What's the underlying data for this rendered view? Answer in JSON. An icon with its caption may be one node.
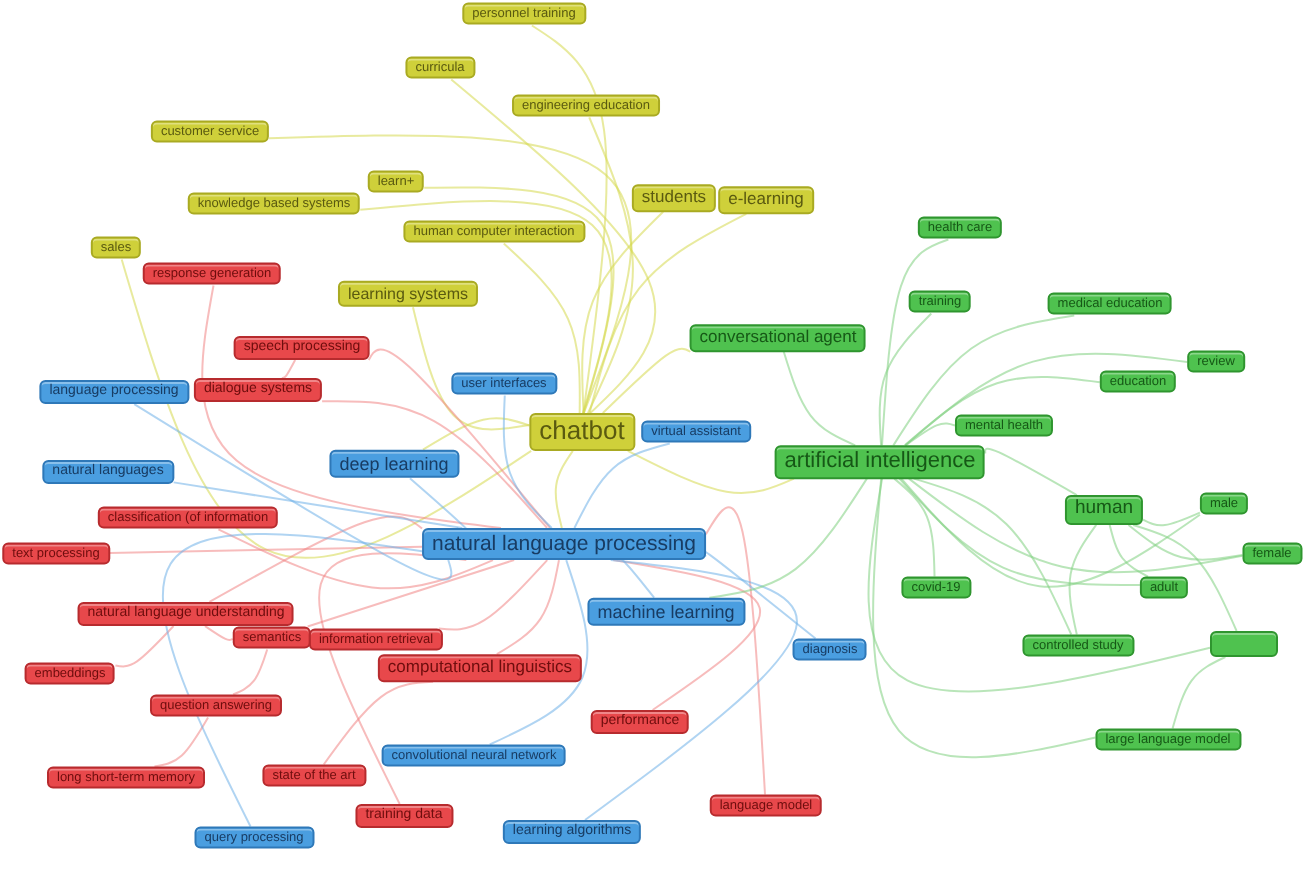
{
  "diagram": {
    "nodes": [
      {
        "text": [
          "personnel training"
        ]
      },
      {
        "text": [
          "curricula"
        ]
      },
      {
        "text": [
          "engineering education"
        ]
      },
      {
        "text": [
          "customer service"
        ]
      },
      {
        "text": [
          "learn+"
        ]
      },
      {
        "text": [
          "knowledge based systems"
        ]
      },
      {
        "text": [
          "human computer interaction"
        ]
      },
      {
        "text": [
          "students"
        ]
      },
      {
        "text": [
          "e-learning"
        ]
      },
      {
        "text": [
          "sales"
        ]
      },
      {
        "text": [
          "learning systems"
        ]
      },
      {
        "text": [
          "chatbot"
        ]
      },
      {
        "text": [
          "response generation"
        ]
      },
      {
        "text": [
          "speech processing"
        ]
      },
      {
        "text": [
          "dialogue systems"
        ]
      },
      {
        "text": [
          "classification (of information"
        ]
      },
      {
        "text": [
          "text processing"
        ]
      },
      {
        "text": [
          "natural language understanding"
        ]
      },
      {
        "text": [
          "semantics"
        ]
      },
      {
        "text": [
          "information retrieval"
        ]
      },
      {
        "text": [
          "computational linguistics"
        ]
      },
      {
        "text": [
          "embeddings"
        ]
      },
      {
        "text": [
          "question answering"
        ]
      },
      {
        "text": [
          "long short-term memory"
        ]
      },
      {
        "text": [
          "state of the art"
        ]
      },
      {
        "text": [
          "training data"
        ]
      },
      {
        "text": [
          "performance"
        ]
      },
      {
        "text": [
          "language model"
        ]
      },
      {
        "text": [
          "language processing"
        ]
      },
      {
        "text": [
          "user interfaces"
        ]
      },
      {
        "text": [
          "virtual assistant"
        ]
      },
      {
        "text": [
          "natural languages"
        ]
      },
      {
        "text": [
          "deep learning"
        ]
      },
      {
        "text": [
          "natural language processing"
        ]
      },
      {
        "text": [
          "machine learning"
        ]
      },
      {
        "text": [
          "diagnosis"
        ]
      },
      {
        "text": [
          "convolutional neural network"
        ]
      },
      {
        "text": [
          "query processing"
        ]
      },
      {
        "text": [
          "learning algorithms"
        ]
      },
      {
        "text": [
          "health care"
        ]
      },
      {
        "text": [
          "training"
        ]
      },
      {
        "text": [
          "medical education"
        ]
      },
      {
        "text": [
          "conversational agent"
        ]
      },
      {
        "text": [
          "review"
        ]
      },
      {
        "text": [
          "education"
        ]
      },
      {
        "text": [
          "mental health"
        ]
      },
      {
        "text": [
          "artificial intelligence"
        ]
      },
      {
        "text": [
          "human"
        ]
      },
      {
        "text": [
          "male"
        ]
      },
      {
        "text": [
          "female"
        ]
      },
      {
        "text": [
          "covid-19"
        ]
      },
      {
        "text": [
          "adult"
        ]
      },
      {
        "text": [
          "controlled study"
        ]
      },
      {
        "text": [],
        "shape": "box"
      },
      {
        "text": [
          "large language model"
        ]
      }
    ],
    "edges": [
      {
        "from": 0,
        "to": 11,
        "arrow": "none",
        "color": "#d6d84e"
      },
      {
        "from": 1,
        "to": 11,
        "arrow": "none",
        "color": "#d6d84e"
      },
      {
        "from": 2,
        "to": 11,
        "arrow": "none",
        "color": "#d6d84e"
      },
      {
        "from": 3,
        "to": 11,
        "arrow": "none",
        "color": "#d6d84e"
      },
      {
        "from": 4,
        "to": 11,
        "arrow": "none",
        "color": "#d6d84e"
      },
      {
        "from": 5,
        "to": 11,
        "arrow": "none",
        "color": "#d6d84e"
      },
      {
        "from": 6,
        "to": 11,
        "arrow": "none",
        "color": "#d6d84e"
      },
      {
        "from": 7,
        "to": 11,
        "arrow": "none",
        "color": "#d6d84e"
      },
      {
        "from": 8,
        "to": 11,
        "arrow": "none",
        "color": "#d6d84e"
      },
      {
        "from": 9,
        "to": 11,
        "arrow": "none",
        "color": "#d6d84e"
      },
      {
        "from": 10,
        "to": 11,
        "arrow": "none",
        "color": "#d6d84e"
      },
      {
        "from": 11,
        "to": 33,
        "arrow": "none",
        "color": "#d6d84e"
      },
      {
        "from": 11,
        "to": 46,
        "arrow": "none",
        "color": "#d6d84e"
      },
      {
        "from": 11,
        "to": 42,
        "arrow": "none",
        "color": "#d6d84e"
      },
      {
        "from": 11,
        "to": 32,
        "arrow": "none",
        "color": "#d6d84e"
      },
      {
        "from": 12,
        "to": 33,
        "arrow": "none",
        "color": "#f08585"
      },
      {
        "from": 13,
        "to": 33,
        "arrow": "none",
        "color": "#f08585"
      },
      {
        "from": 14,
        "to": 33,
        "arrow": "none",
        "color": "#f08585"
      },
      {
        "from": 15,
        "to": 33,
        "arrow": "none",
        "color": "#f08585"
      },
      {
        "from": 16,
        "to": 33,
        "arrow": "none",
        "color": "#f08585"
      },
      {
        "from": 17,
        "to": 33,
        "arrow": "none",
        "color": "#f08585"
      },
      {
        "from": 18,
        "to": 33,
        "arrow": "none",
        "color": "#f08585"
      },
      {
        "from": 19,
        "to": 33,
        "arrow": "none",
        "color": "#f08585"
      },
      {
        "from": 20,
        "to": 33,
        "arrow": "none",
        "color": "#f08585"
      },
      {
        "from": 21,
        "to": 17,
        "arrow": "none",
        "color": "#f08585"
      },
      {
        "from": 22,
        "to": 18,
        "arrow": "none",
        "color": "#f08585"
      },
      {
        "from": 23,
        "to": 22,
        "arrow": "none",
        "color": "#f08585"
      },
      {
        "from": 24,
        "to": 20,
        "arrow": "none",
        "color": "#f08585"
      },
      {
        "from": 25,
        "to": 33,
        "arrow": "none",
        "color": "#f08585"
      },
      {
        "from": 26,
        "to": 33,
        "arrow": "none",
        "color": "#f08585"
      },
      {
        "from": 27,
        "to": 33,
        "arrow": "none",
        "color": "#f08585"
      },
      {
        "from": 14,
        "to": 13,
        "arrow": "none",
        "color": "#f08585"
      },
      {
        "from": 17,
        "to": 18,
        "arrow": "none",
        "color": "#f08585"
      },
      {
        "from": 28,
        "to": 33,
        "arrow": "none",
        "color": "#6fb0e8"
      },
      {
        "from": 29,
        "to": 33,
        "arrow": "none",
        "color": "#6fb0e8"
      },
      {
        "from": 30,
        "to": 33,
        "arrow": "none",
        "color": "#6fb0e8"
      },
      {
        "from": 31,
        "to": 33,
        "arrow": "none",
        "color": "#6fb0e8"
      },
      {
        "from": 32,
        "to": 33,
        "arrow": "none",
        "color": "#6fb0e8"
      },
      {
        "from": 34,
        "to": 33,
        "arrow": "none",
        "color": "#6fb0e8"
      },
      {
        "from": 35,
        "to": 33,
        "arrow": "none",
        "color": "#6fb0e8"
      },
      {
        "from": 36,
        "to": 33,
        "arrow": "none",
        "color": "#6fb0e8"
      },
      {
        "from": 37,
        "to": 33,
        "arrow": "none",
        "color": "#6fb0e8"
      },
      {
        "from": 38,
        "to": 33,
        "arrow": "none",
        "color": "#6fb0e8"
      },
      {
        "from": 39,
        "to": 46,
        "arrow": "none"
      },
      {
        "from": 40,
        "to": 46,
        "arrow": "none"
      },
      {
        "from": 41,
        "to": 46,
        "arrow": "none"
      },
      {
        "from": 42,
        "to": 46,
        "arrow": "none"
      },
      {
        "from": 43,
        "to": 46,
        "arrow": "none"
      },
      {
        "from": 44,
        "to": 46,
        "arrow": "none"
      },
      {
        "from": 45,
        "to": 46,
        "arrow": "none"
      },
      {
        "from": 47,
        "to": 46,
        "arrow": "none"
      },
      {
        "from": 48,
        "to": 46,
        "arrow": "none"
      },
      {
        "from": 49,
        "to": 46,
        "arrow": "none"
      },
      {
        "from": 50,
        "to": 46,
        "arrow": "none"
      },
      {
        "from": 51,
        "to": 46,
        "arrow": "none"
      },
      {
        "from": 52,
        "to": 46,
        "arrow": "none"
      },
      {
        "from": 53,
        "to": 46,
        "arrow": "none"
      },
      {
        "from": 54,
        "to": 46,
        "arrow": "none"
      },
      {
        "from": 46,
        "to": 34,
        "arrow": "none"
      },
      {
        "from": 53,
        "to": 47,
        "arrow": "none"
      },
      {
        "from": 53,
        "to": 54,
        "arrow": "none"
      },
      {
        "from": 47,
        "to": 51,
        "arrow": "none"
      },
      {
        "from": 47,
        "to": 48,
        "arrow": "none"
      },
      {
        "from": 47,
        "to": 49,
        "arrow": "none"
      },
      {
        "from": 47,
        "to": 52,
        "arrow": "none"
      }
    ]
  }
}
